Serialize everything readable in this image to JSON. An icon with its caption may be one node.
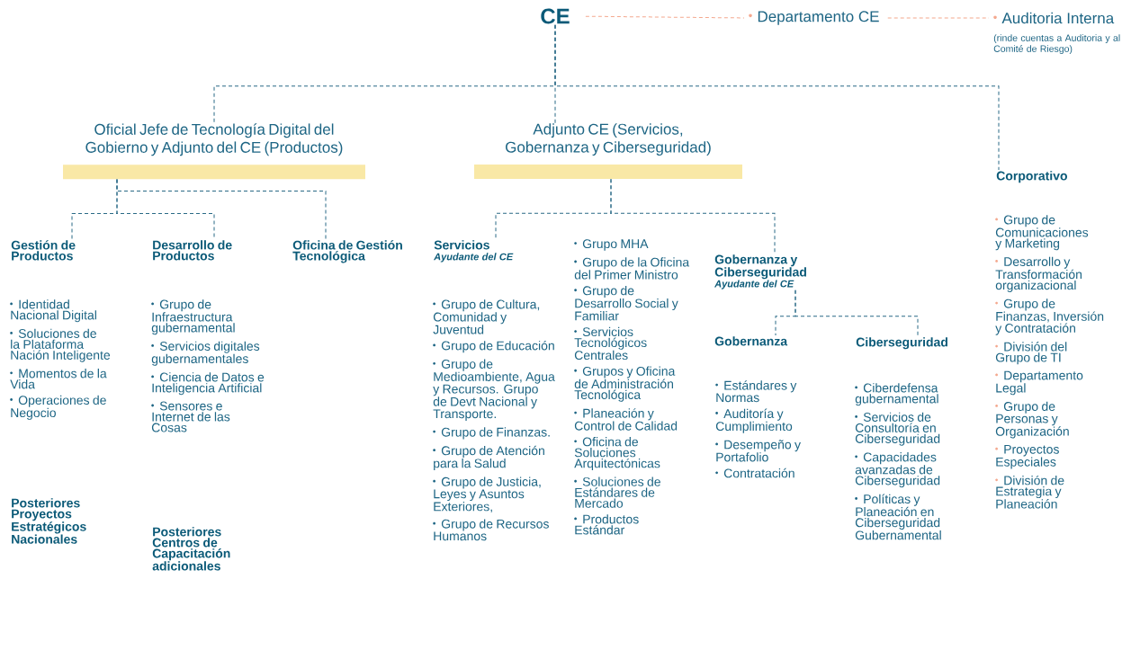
{
  "diagram": {
    "nodes": [
      {
        "text": [
          "CE"
        ]
      },
      {
        "text": [
          "Departamento CE"
        ]
      },
      {
        "text": [
          "Auditoria Interna"
        ],
        "beside": [
          "(rinde cuentas a Auditoria y al Comité de Riesgo)"
        ]
      },
      {
        "text": [
          "Oficial Jefe de Tecnología Digital del Gobierno y Adjunto del CE (Productos)"
        ]
      },
      {
        "text": [
          "Adjunto CE (Servicios, Gobernanza y Ciberseguridad)"
        ]
      },
      {
        "text": [
          "Corporativo"
        ],
        "beside": [
          "Grupo de Comunicaciones y Marketing",
          "Desarrollo y Transformación organizacional",
          "Grupo de Finanzas, Inversión y Contratación",
          "División del Grupo de TI",
          "Departamento Legal",
          "Grupo de Personas y Organización",
          "Proyectos Especiales",
          "División de Estrategia y Planeación"
        ]
      },
      {
        "text": [
          "Gestión de Productos"
        ],
        "beside": [
          "Identidad Nacional Digital",
          "Soluciones de la Plataforma Nación Inteligente",
          "Momentos de la Vida",
          "Operaciones de Negocio"
        ]
      },
      {
        "text": [
          "Desarrollo de Productos"
        ],
        "beside": [
          "Grupo de Infraestructura gubernamental",
          "Servicios digitales gubernamentales",
          "Ciencia de Datos e Inteligencia Artificial",
          "Sensores e Internet de las Cosas"
        ]
      },
      {
        "text": [
          "Oficina de Gestión Tecnológica"
        ]
      },
      {
        "text": [
          "Servicios",
          "Ayudante del CE"
        ],
        "beside": [
          "Grupo de Cultura, Comunidad y Juventud",
          "Grupo de Educación",
          "Grupo de Medioambiente, Agua y Recursos. Grupo de Devt Nacional y Transporte.",
          "Grupo de Finanzas.",
          "Grupo de Atención para la Salud",
          "Grupo de Justicia, Leyes y Asuntos Exteriores,",
          "Grupo de Recursos Humanos",
          "Grupo MHA",
          "Grupo de la Oficina del Primer Ministro",
          "Grupo de Desarrollo Social y Familiar",
          "Servicios Tecnológicos Centrales",
          "Grupos y Oficina de Administración Tecnológica",
          "Planeación y Control de Calidad",
          "Oficina de Soluciones Arquitectónicas",
          "Soluciones de Estándares de Mercado",
          "Productos Estándar"
        ]
      },
      {
        "text": [
          "Gobernanza y Ciberseguridad",
          "Ayudante del CE"
        ]
      },
      {
        "text": [
          "Gobernanza"
        ],
        "beside": [
          "Estándares y Normas",
          "Auditoría y Cumplimiento",
          "Desempeño y Portafolio",
          "Contratación"
        ]
      },
      {
        "text": [
          "Ciberseguridad"
        ],
        "beside": [
          "Ciberdefensa gubernamental",
          "Servicios de Consultoría en Ciberseguridad",
          "Capacidades avanzadas de Ciberseguridad",
          "Políticas y Planeación en Ciberseguridad Gubernamental"
        ]
      }
    ],
    "edges": [
      {
        "from": 0,
        "to": 1,
        "arrow": "none",
        "style": "dashed",
        "color": "#f4a88e"
      },
      {
        "from": 1,
        "to": 2,
        "arrow": "none",
        "style": "dashed",
        "color": "#f4a88e"
      },
      {
        "from": 0,
        "to": 3,
        "arrow": "none",
        "style": "dashed"
      },
      {
        "from": 0,
        "to": 4,
        "arrow": "none",
        "style": "dashed"
      },
      {
        "from": 0,
        "to": 5,
        "arrow": "none",
        "style": "dashed"
      },
      {
        "from": 3,
        "to": 6,
        "arrow": "none",
        "style": "dashed"
      },
      {
        "from": 3,
        "to": 7,
        "arrow": "none",
        "style": "dashed"
      },
      {
        "from": 3,
        "to": 8,
        "arrow": "none",
        "style": "dashed"
      },
      {
        "from": 4,
        "to": 9,
        "arrow": "none",
        "style": "dashed"
      },
      {
        "from": 4,
        "to": 10,
        "arrow": "none",
        "style": "dashed"
      },
      {
        "from": 10,
        "to": 11,
        "arrow": "none",
        "style": "dashed"
      },
      {
        "from": 10,
        "to": 12,
        "arrow": "none",
        "style": "dashed"
      }
    ],
    "labels": [
      "Posteriores Proyectos Estratégicos Nacionales",
      "Posteriores Centros de Capacitación adicionales"
    ]
  }
}
